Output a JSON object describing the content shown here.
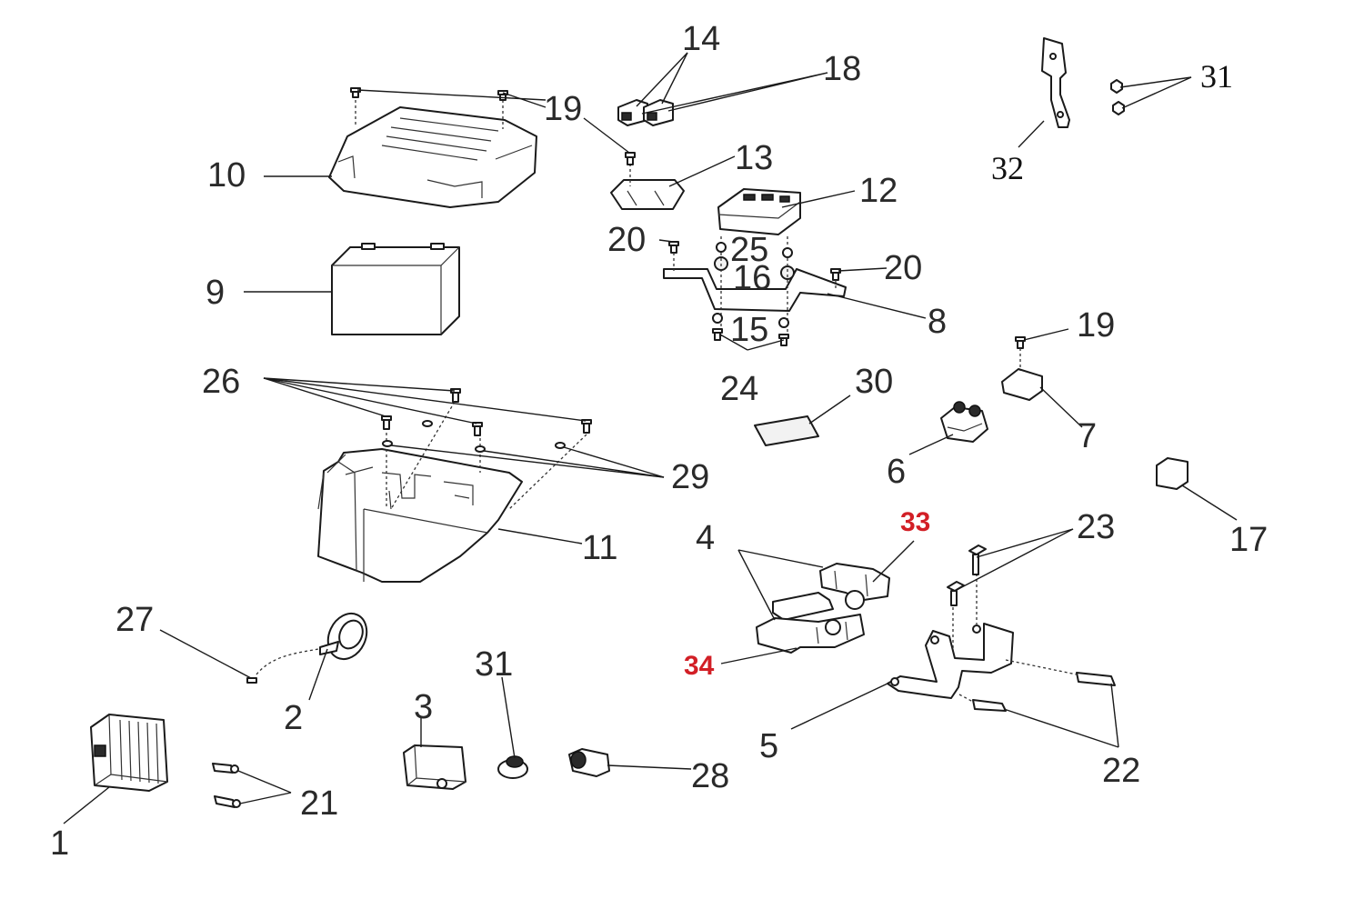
{
  "diagram": {
    "colors": {
      "line": "#1a1a1a",
      "label": "#2a2a2a",
      "highlight": "#d21f26"
    },
    "labels": {
      "p1": "1",
      "p2": "2",
      "p3": "3",
      "p4": "4",
      "p5": "5",
      "p6": "6",
      "p7": "7",
      "p8": "8",
      "p9": "9",
      "p10": "10",
      "p11": "11",
      "p12": "12",
      "p13": "13",
      "p14": "14",
      "p15": "15",
      "p16": "16",
      "p17": "17",
      "p18": "18",
      "p19a": "19",
      "p19b": "19",
      "p20a": "20",
      "p20b": "20",
      "p21": "21",
      "p22": "22",
      "p23": "23",
      "p24": "24",
      "p25": "25",
      "p26": "26",
      "p27": "27",
      "p28": "28",
      "p29": "29",
      "p30": "30",
      "p31a": "31",
      "p31b": "31",
      "p32": "32",
      "p33": "33",
      "p34": "34"
    }
  }
}
